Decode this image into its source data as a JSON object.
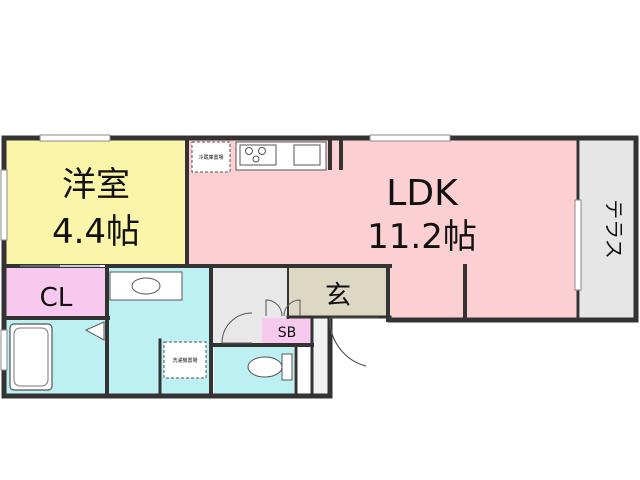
{
  "floorplan": {
    "rooms": {
      "western": {
        "name": "洋室",
        "size": "4.4帖",
        "color": "#fbf5a9"
      },
      "ldk": {
        "name": "LDK",
        "size": "11.2帖",
        "color": "#fccfd3"
      },
      "closet": {
        "name": "CL",
        "color": "#f8c9ee"
      },
      "entrance": {
        "name": "玄",
        "color": "#dcd8c3"
      },
      "shoebox": {
        "name": "SB",
        "color": "#f8c9ee"
      },
      "terrace": {
        "name": "テラス",
        "color": "#e6e6e6"
      },
      "bath": {
        "color": "#bdf0f3"
      },
      "washroom": {
        "color": "#bdf0f3"
      },
      "toilet": {
        "color": "#bdf0f3"
      },
      "storage": {
        "color": "#e8e8e8"
      }
    },
    "fixtures": {
      "fridge_space": "冷蔵庫置場",
      "washer_space": "洗濯機置場"
    },
    "colors": {
      "wall": "#333333"
    }
  }
}
